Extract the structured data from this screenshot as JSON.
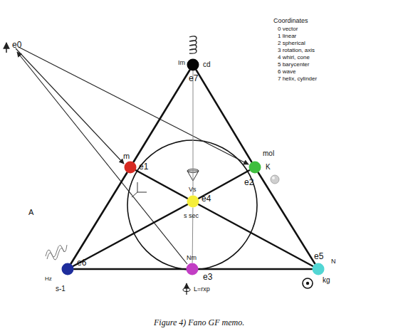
{
  "diagram": {
    "caption": "Figure 4) Fano GF memo.",
    "nodes": [
      {
        "text": [
          "Im",
          "cd",
          "e7"
        ]
      },
      {
        "text": [
          "m",
          "e1"
        ]
      },
      {
        "text": [
          "mol",
          "K",
          "e2"
        ]
      },
      {
        "text": [
          "Vs",
          "e4",
          "s sec"
        ]
      },
      {
        "text": [
          "Hz",
          "s-1",
          "e6"
        ]
      },
      {
        "text": [
          "Nm",
          "e3",
          "L=rxp"
        ]
      },
      {
        "text": [
          "e5",
          "N",
          "kg"
        ]
      }
    ],
    "edges": [
      {
        "from": 0,
        "to": 1,
        "arrow": "none"
      },
      {
        "from": 1,
        "to": 4,
        "arrow": "none"
      },
      {
        "from": 0,
        "to": 2,
        "arrow": "none"
      },
      {
        "from": 2,
        "to": 6,
        "arrow": "none"
      },
      {
        "from": 4,
        "to": 5,
        "arrow": "none"
      },
      {
        "from": 5,
        "to": 6,
        "arrow": "none"
      },
      {
        "from": 4,
        "to": 3,
        "arrow": "none"
      },
      {
        "from": 3,
        "to": 2,
        "arrow": "none"
      },
      {
        "from": 6,
        "to": 3,
        "arrow": "none"
      },
      {
        "from": 3,
        "to": 1,
        "arrow": "none"
      },
      {
        "from": 0,
        "to": 3,
        "arrow": "none"
      },
      {
        "from": 3,
        "to": 5,
        "arrow": "none"
      }
    ],
    "labels": [
      "Coordinates",
      "0 vector",
      "1 linear",
      "2 spherical",
      "3 rotation, axis",
      "4 whirl, cone",
      "5 barycenter",
      "6 wave",
      "7 helix, cylinder",
      "e0",
      "A"
    ]
  }
}
